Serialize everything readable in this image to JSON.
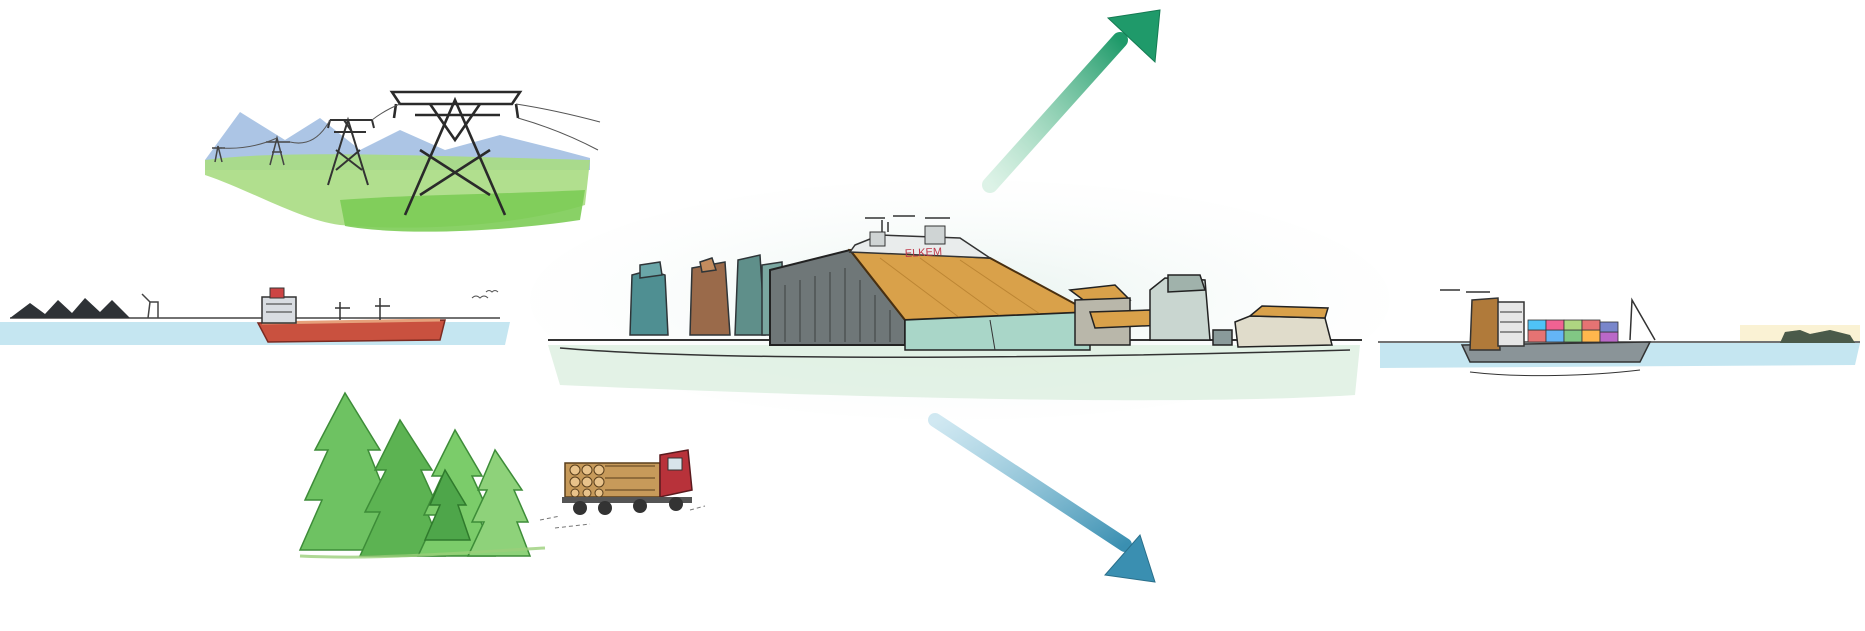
{
  "scene": {
    "style": "hand-drawn colored pencil illustration",
    "inputs": [
      {
        "id": "power",
        "name": "power-lines"
      },
      {
        "id": "shipping-in",
        "name": "coal-ship-harbor"
      },
      {
        "id": "forest",
        "name": "forest-and-log-truck"
      }
    ],
    "factory": {
      "sign_text": "ELKEM",
      "roof_color": "#d9a14a",
      "wall_color": "#6f7778"
    },
    "outputs": [
      {
        "id": "green-arrow",
        "color": "#2fa07a"
      },
      {
        "id": "blue-arrow",
        "color": "#3f92b3"
      }
    ],
    "product_shipping": {
      "name": "container-ship"
    },
    "colors": {
      "water": "#bfe3ef",
      "grass": "#8fd46a",
      "tree": "#5fbf58",
      "mountain": "#8fb0d8",
      "hull_red": "#c9513f"
    }
  }
}
